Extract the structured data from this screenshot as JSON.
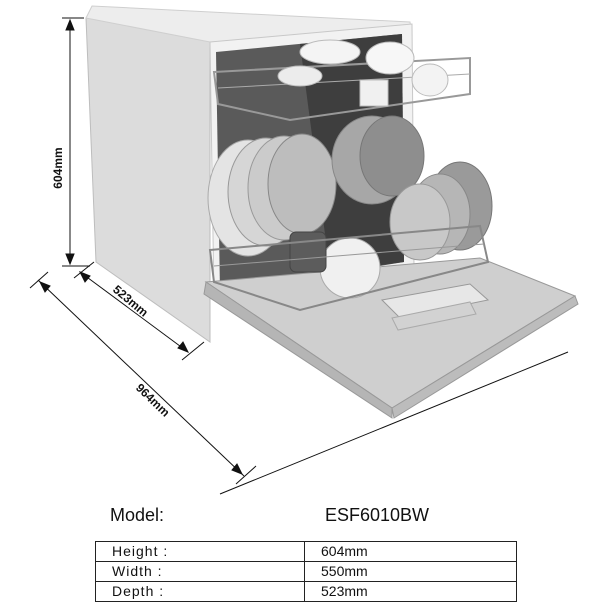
{
  "figure": {
    "height_label": "604mm",
    "depth_label": "523mm",
    "open_depth_label": "964mm"
  },
  "model": {
    "label": "Model:",
    "value": "ESF6010BW"
  },
  "specs": [
    {
      "key": "Height :",
      "value": "604mm"
    },
    {
      "key": "Width :",
      "value": "550mm"
    },
    {
      "key": "Depth :",
      "value": "523mm"
    }
  ]
}
